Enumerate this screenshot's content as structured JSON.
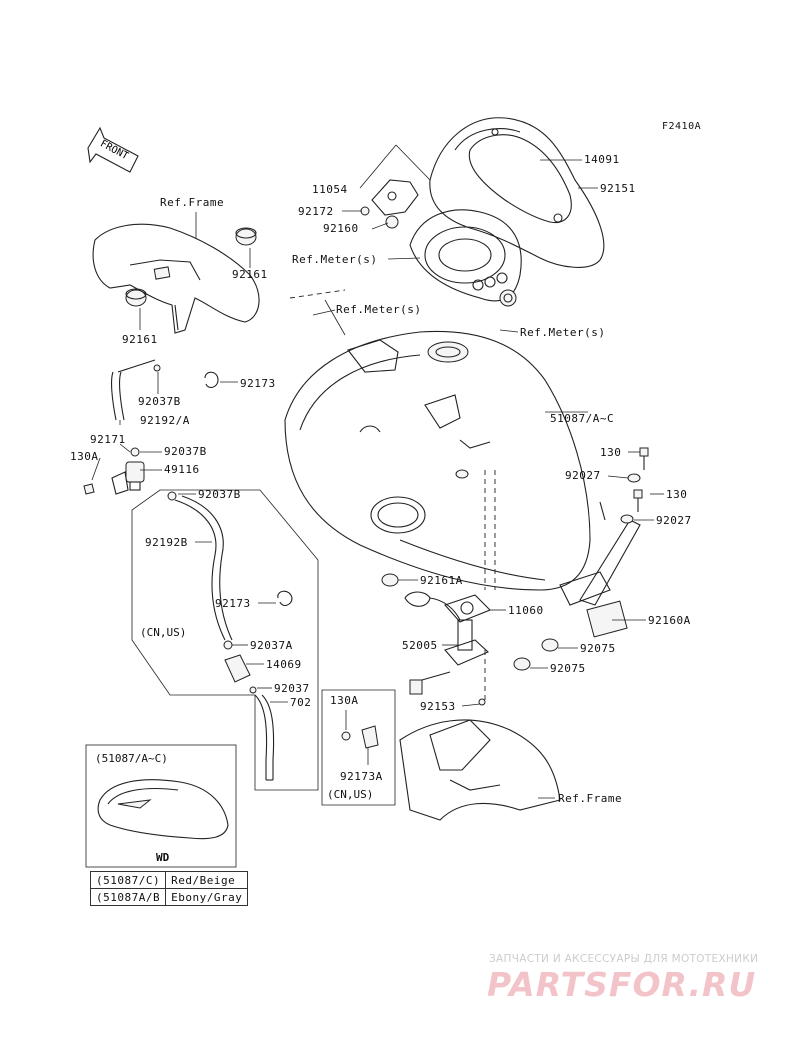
{
  "figure_code": "F2410A",
  "front_label": "FRONT",
  "labels": {
    "p14091": "14091",
    "p11054": "11054",
    "p92151": "92151",
    "p92172": "92172",
    "p92160": "92160",
    "ref_meter_1": "Ref.Meter(s)",
    "ref_meter_2": "Ref.Meter(s)",
    "ref_meter_3": "Ref.Meter(s)",
    "ref_frame_top": "Ref.Frame",
    "p92161_a": "92161",
    "p92161_b": "92161",
    "p92037b_1": "92037B",
    "p92173_1": "92173",
    "p92192a": "92192/A",
    "p51087": "51087/A~C",
    "p92171": "92171",
    "p130a_1": "130A",
    "p92037b_2": "92037B",
    "p49116": "49116",
    "p130_1": "130",
    "p92027_1": "92027",
    "p92037b_3": "92037B",
    "p130_2": "130",
    "p92027_2": "92027",
    "p92192b": "92192B",
    "p92161a": "92161A",
    "p92173_2": "92173",
    "p11060": "11060",
    "p92160a": "92160A",
    "cn_us_1": "(CN,US)",
    "p92037a": "92037A",
    "p52005": "52005",
    "p92075_1": "92075",
    "p14069": "14069",
    "p92075_2": "92075",
    "p92037": "92037",
    "p702": "702",
    "p130a_2": "130A",
    "p92153": "92153",
    "p92173a": "92173A",
    "cn_us_2": "(CN,US)",
    "ref_frame_bottom": "Ref.Frame"
  },
  "inset": {
    "title": "(51087/A~C)",
    "caption": "WD"
  },
  "color_table": [
    {
      "code": "(51087/C)",
      "color": "Red/Beige"
    },
    {
      "code": "(51087A/B",
      "color": "Ebony/Gray"
    }
  ],
  "watermark": {
    "tagline": "ЗАПЧАСТИ И АКСЕССУАРЫ ДЛЯ МОТОТЕХНИКИ",
    "brand": "PARTSFOR.RU"
  }
}
